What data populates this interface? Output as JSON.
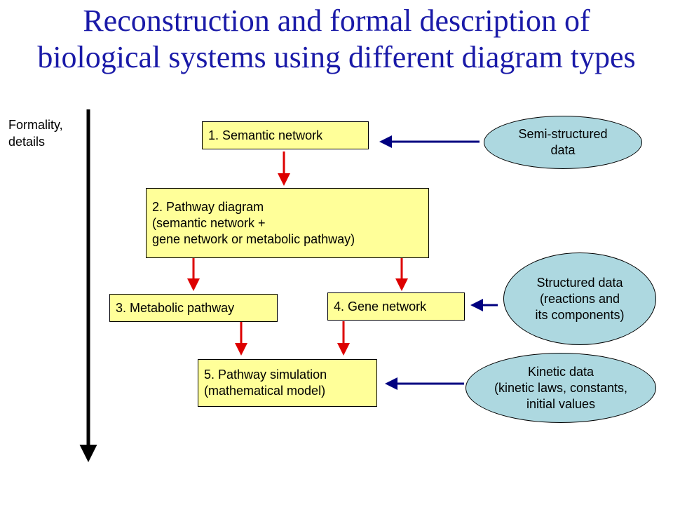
{
  "title": {
    "line1": "Reconstruction and formal description of",
    "line2": "biological systems using different diagram types"
  },
  "axis": {
    "line1": "Formality,",
    "line2": "details"
  },
  "nodes": {
    "semantic_network": {
      "line1": "1. Semantic network"
    },
    "pathway_diagram": {
      "line1": "2. Pathway diagram",
      "line2": "(semantic network +",
      "line3": "gene network or metabolic pathway)"
    },
    "metabolic_pathway": {
      "line1": "3. Metabolic pathway"
    },
    "gene_network": {
      "line1": "4. Gene network"
    },
    "pathway_simulation": {
      "line1": "5. Pathway simulation",
      "line2": "(mathematical model)"
    }
  },
  "sources": {
    "semi_structured": {
      "line1": "Semi-structured",
      "line2": "data"
    },
    "structured": {
      "line1": "Structured data",
      "line2": "(reactions and",
      "line3": "its components)"
    },
    "kinetic": {
      "line1": "Kinetic data",
      "line2": "(kinetic laws, constants,",
      "line3": "initial values"
    }
  },
  "colors": {
    "title": "#1a1aa8",
    "box_fill": "#ffff99",
    "ellipse_fill": "#add8e0",
    "flow_arrow": "#dd0000",
    "input_arrow": "#000080",
    "axis_arrow": "#000000"
  }
}
